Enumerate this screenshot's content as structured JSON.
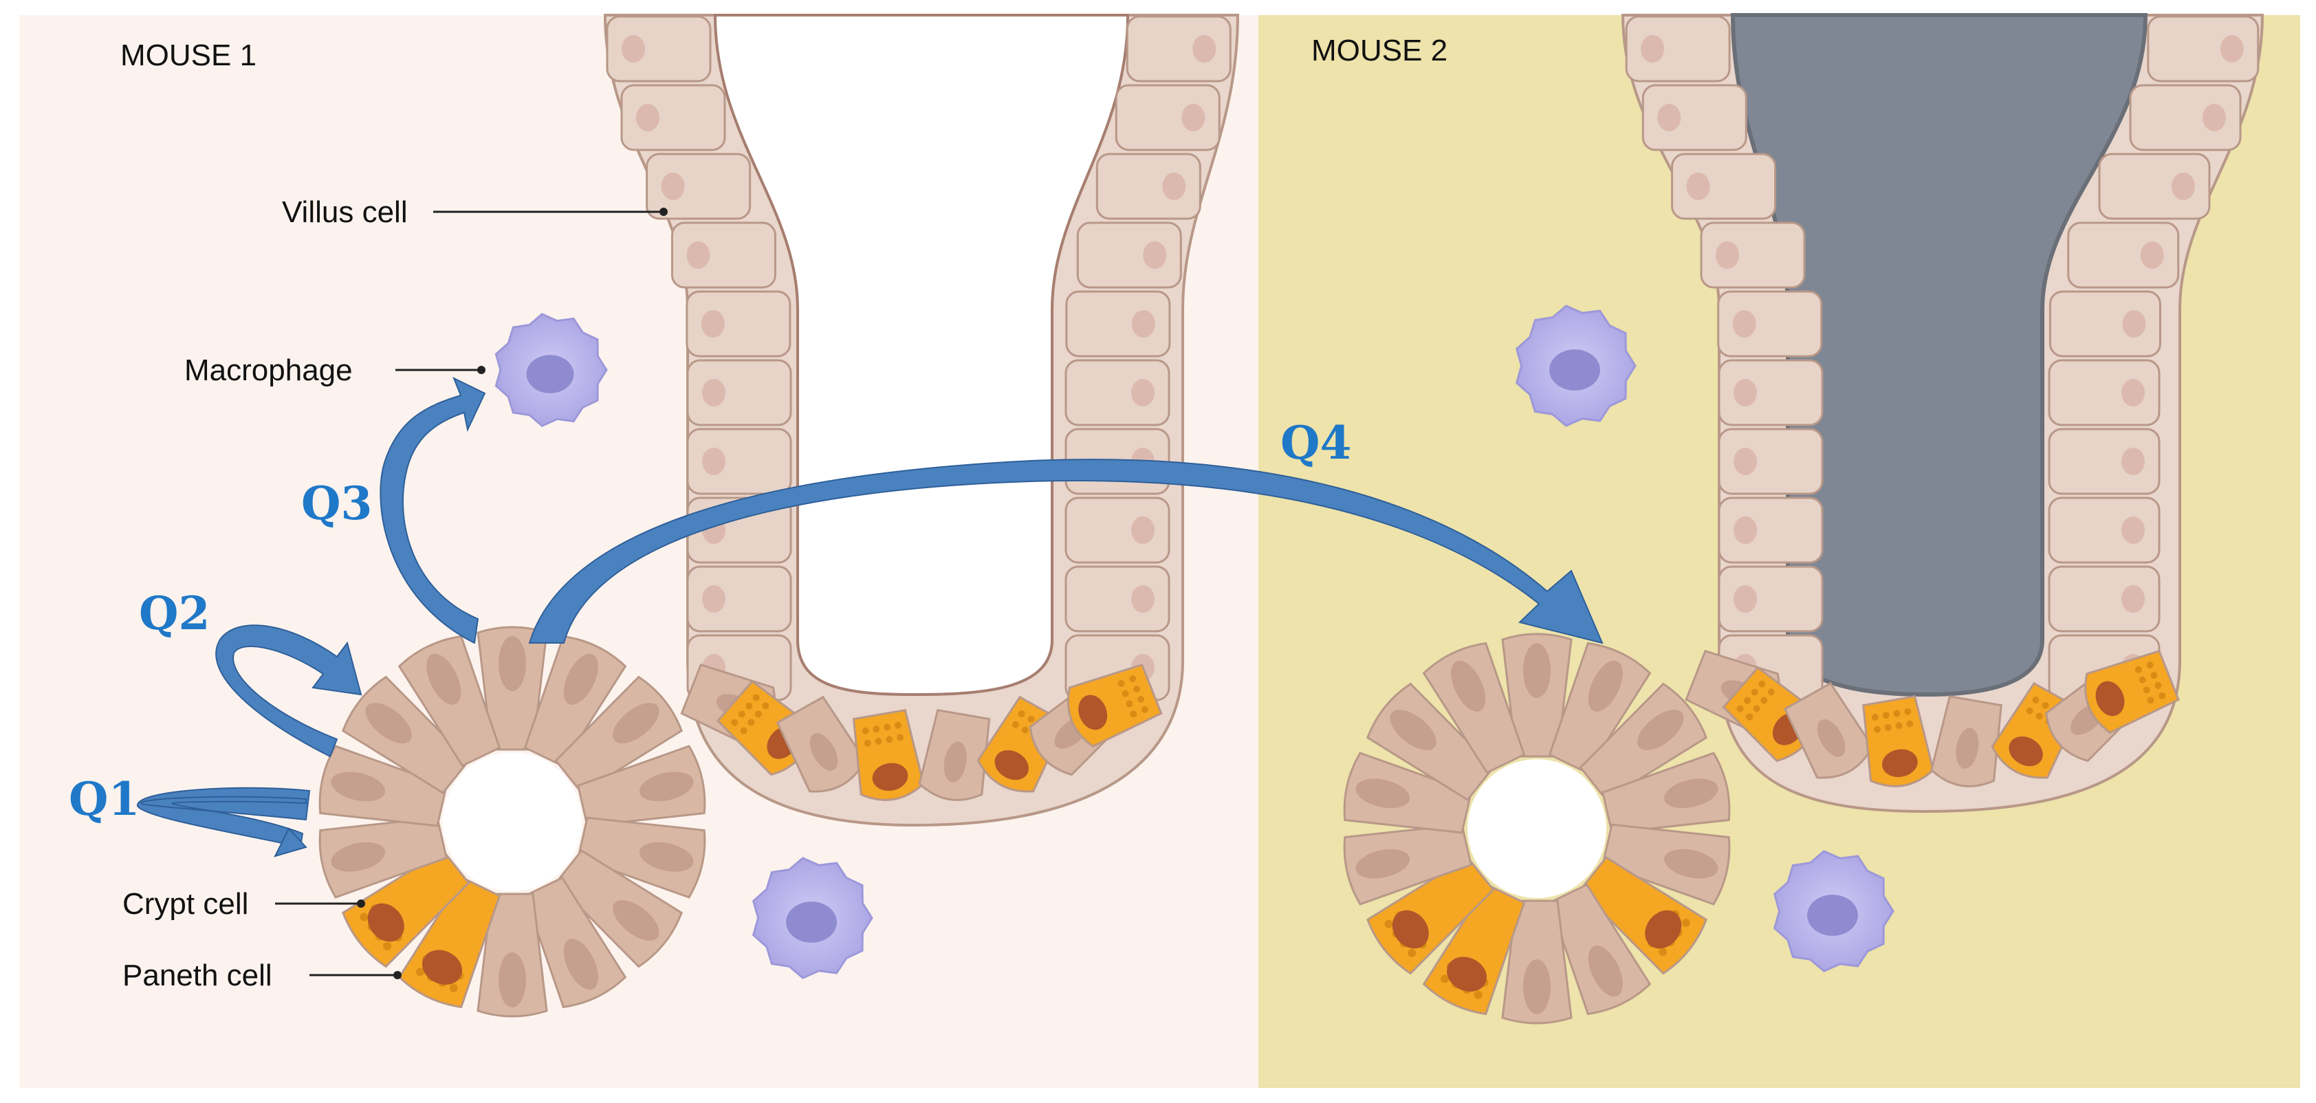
{
  "panels": [
    {
      "title": "MOUSE 1",
      "background": "#fcf3ee"
    },
    {
      "title": "MOUSE 2",
      "background": "#ede3ab"
    }
  ],
  "labels": {
    "villus_cell": "Villus cell",
    "macrophage": "Macrophage",
    "crypt_cell": "Crypt cell",
    "paneth_cell": "Paneth cell"
  },
  "arrows": {
    "q1": "Q1",
    "q2": "Q2",
    "q3": "Q3",
    "q4": "Q4"
  },
  "colors": {
    "arrow_blue": "#4a88c8",
    "arrow_text": "#1f78c8",
    "cell_fill": "#e7d3c8",
    "cell_stroke": "#b89888",
    "nucleus": "#dcb9ae",
    "crypt_cell_fill": "#d9b7a5",
    "crypt_nucleus": "#c59f90",
    "paneth_fill": "#f5a623",
    "paneth_nucleus": "#b0562a",
    "macrophage": "#b7b3e8",
    "macrophage_nucleus": "#8f8bd0",
    "lumen_gray": "#7f8794"
  }
}
